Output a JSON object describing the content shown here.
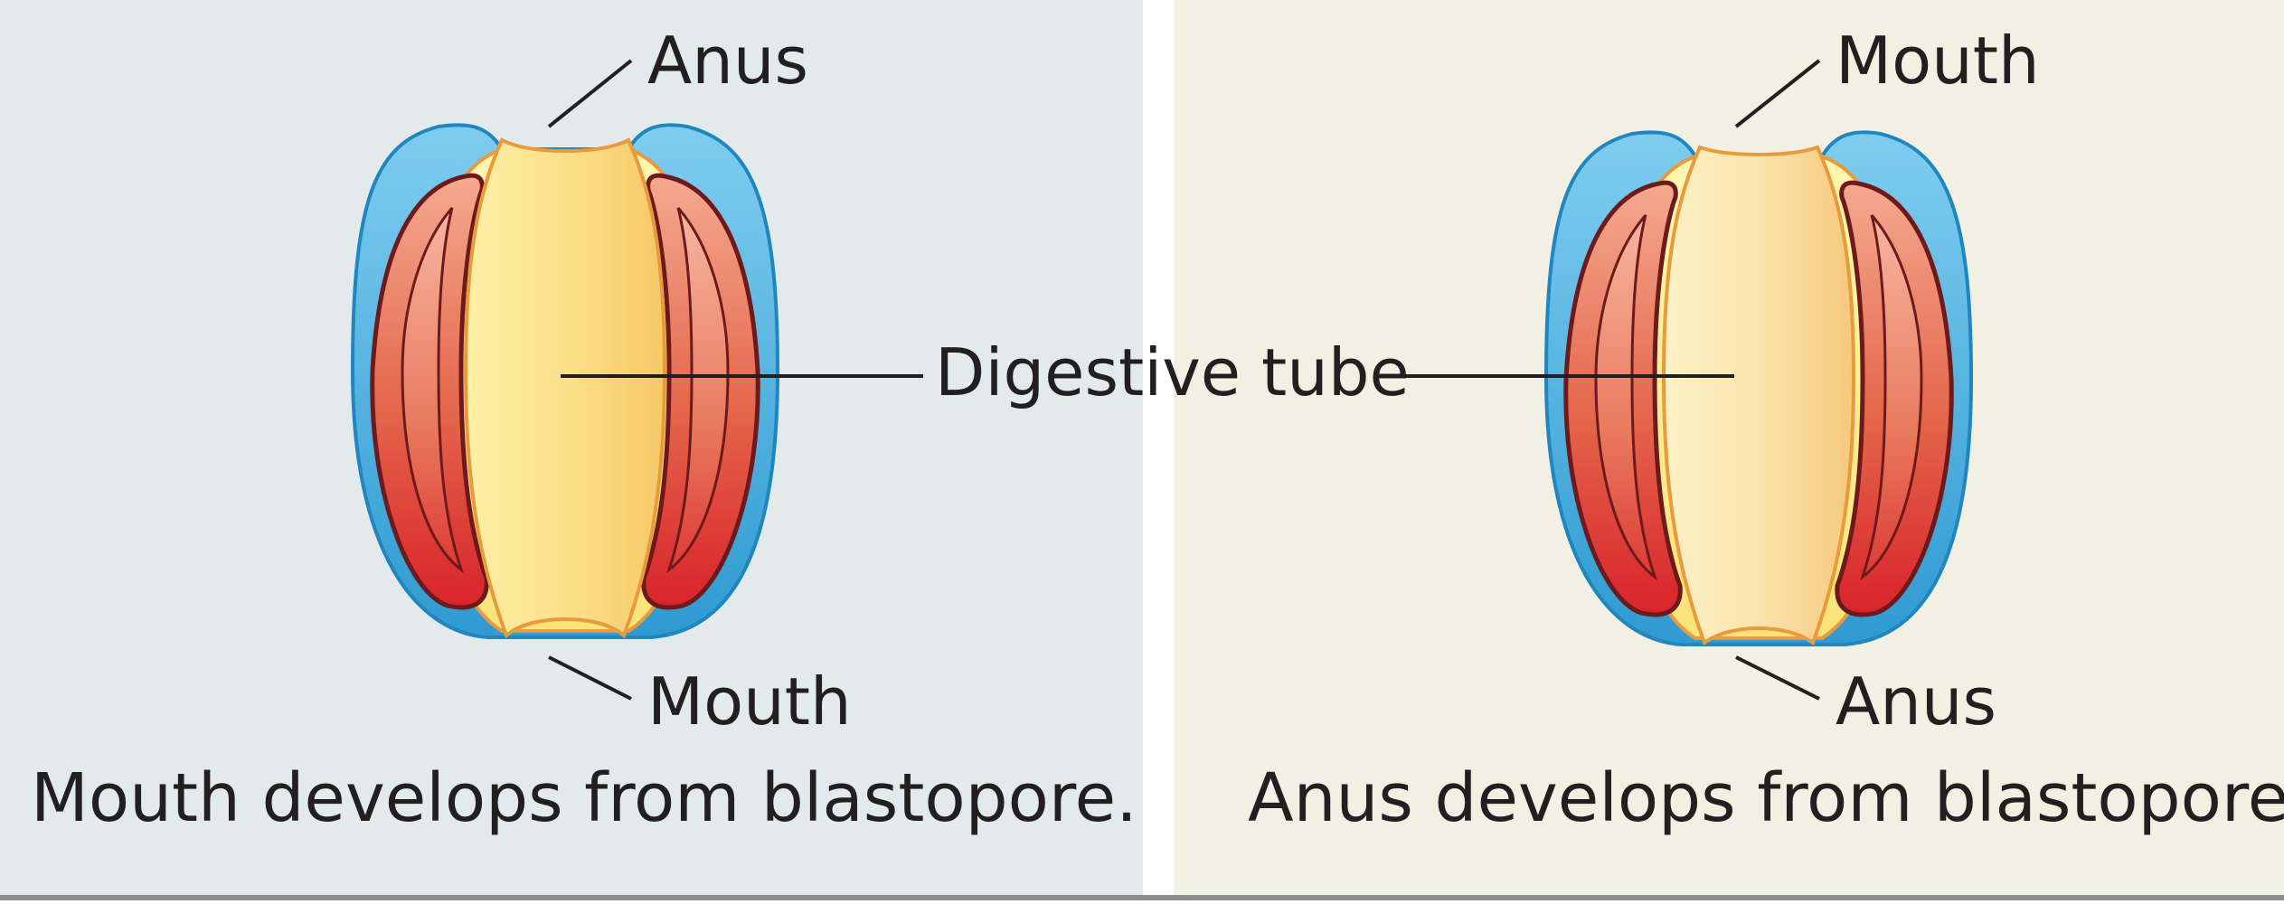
{
  "left_panel": {
    "top_label": "Anus",
    "bottom_label": "Mouth",
    "caption": "Mouth develops from blastopore."
  },
  "right_panel": {
    "top_label": "Mouth",
    "bottom_label": "Anus",
    "caption": "Anus develops from blastopore."
  },
  "center_label": "Digestive tube",
  "colors": {
    "left_background": "#e3eaeb",
    "right_background": "#f2efe3",
    "divider": "#ffffff",
    "bottom_rule": "#8a918c",
    "ectoderm_blue": "#4fb0de",
    "ectoderm_outline": "#1f86bf",
    "mesoderm_red": "#e0452f",
    "mesoderm_outline": "#7a1f1f",
    "endoderm_yellow": "#f9d77a",
    "endoderm_outline": "#e89a3c",
    "pointer_line": "#231f20"
  }
}
